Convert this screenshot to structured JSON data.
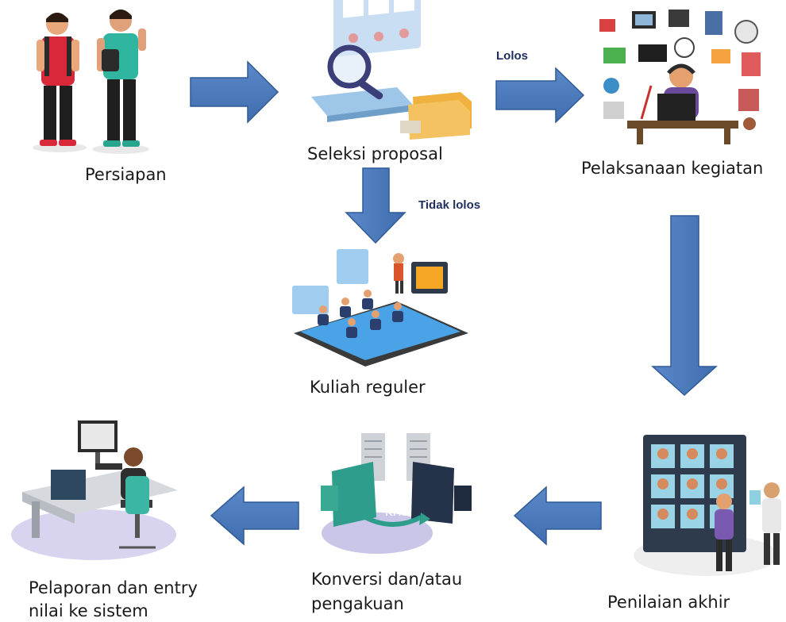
{
  "nodes": {
    "persiapan": {
      "label": "Persiapan"
    },
    "seleksi": {
      "label": "Seleksi proposal"
    },
    "pelaksanaan": {
      "label": "Pelaksanaan kegiatan"
    },
    "kuliah": {
      "label": "Kuliah reguler"
    },
    "penilaian": {
      "label": "Penilaian akhir"
    },
    "konversi": {
      "label_line1": "Konversi dan/atau",
      "label_line2": "pengakuan",
      "badge": "KHS"
    },
    "pelaporan": {
      "label_line1": "Pelaporan dan entry",
      "label_line2": "nilai ke sistem"
    }
  },
  "edges": {
    "lolos": "Lolos",
    "tidak_lolos": "Tidak lolos"
  },
  "colors": {
    "arrow_fill": "#4a78b8",
    "arrow_stroke": "#2f5a96",
    "edge_label": "#1f2f5c"
  }
}
